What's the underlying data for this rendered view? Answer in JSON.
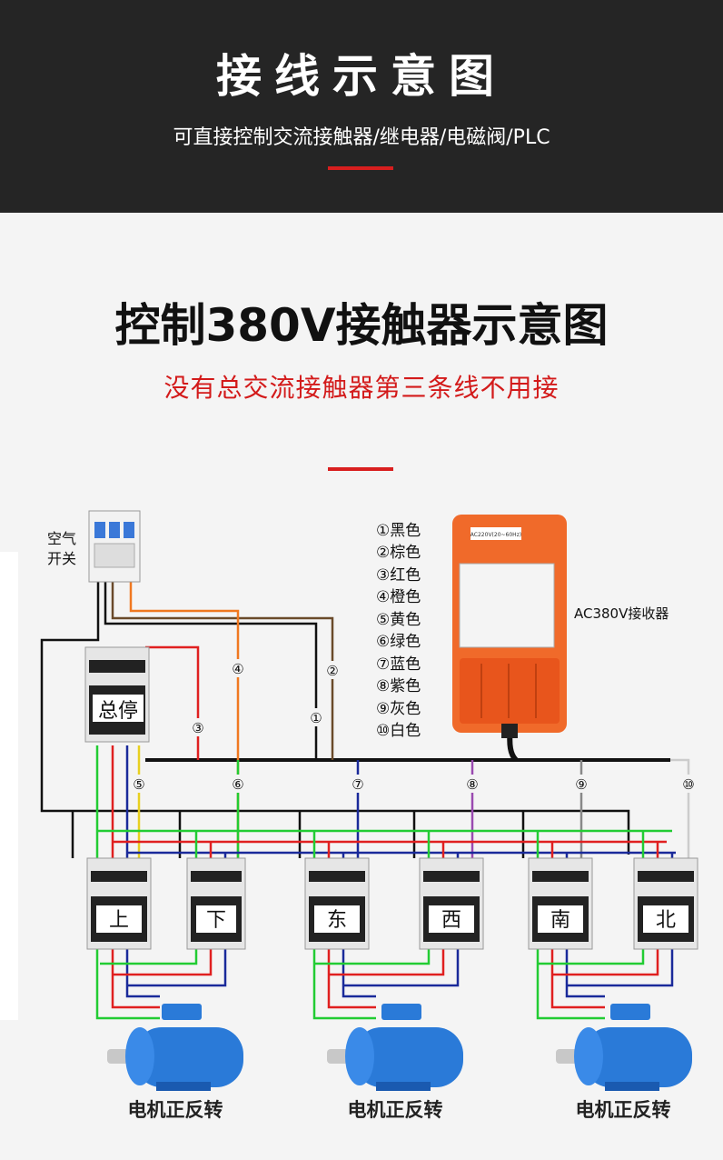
{
  "header": {
    "title": "接线示意图",
    "subtitle": "可直接控制交流接触器/继电器/电磁阀/PLC"
  },
  "main": {
    "title": "控制380V接触器示意图",
    "subtitle": "没有总交流接触器第三条线不用接"
  },
  "diagram": {
    "air_switch_label": [
      "空气",
      "开关"
    ],
    "main_contactor_label": "总停",
    "receiver_label": "AC380V接收器",
    "receiver_tag": "AC220V(20~60Hz)",
    "wire_legend": [
      "①黑色",
      "②棕色",
      "③红色",
      "④橙色",
      "⑤黄色",
      "⑥绿色",
      "⑦蓝色",
      "⑧紫色",
      "⑨灰色",
      "⑩白色"
    ],
    "wire_markers": [
      "①",
      "②",
      "③",
      "④",
      "⑤",
      "⑥",
      "⑦",
      "⑧",
      "⑨",
      "⑩"
    ],
    "contactors": [
      "上",
      "下",
      "东",
      "西",
      "南",
      "北"
    ],
    "motor_caption": "电机正反转",
    "colors": {
      "red": "#e02020",
      "green": "#22cc33",
      "blue": "#1a2a9a",
      "orange": "#f07820",
      "black": "#111111",
      "accent": "#d81e1e"
    }
  }
}
